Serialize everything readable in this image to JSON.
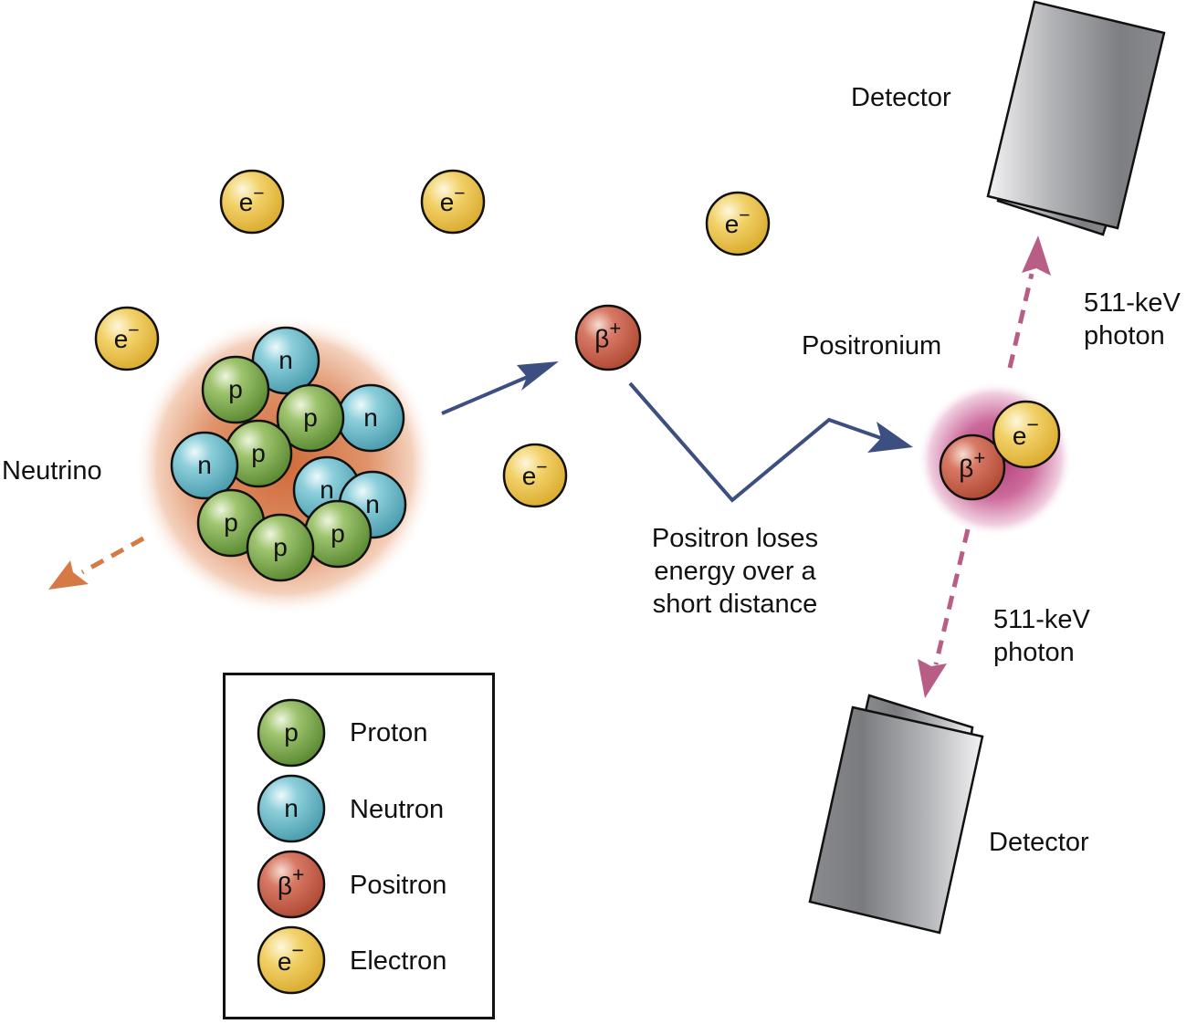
{
  "title": "Positron emission and annihilation",
  "colors": {
    "proton": "#7aa84a",
    "neutron": "#6fbccb",
    "positron": "#c55a45",
    "electron": "#ecc64a",
    "path_arrow": "#3c4f80",
    "neutrino_arrow": "#d57a45",
    "photon_arrow": "#b85d86",
    "nucleus_glow": "#d9804f",
    "positronium_glow": "#c2508a"
  },
  "particles": {
    "proton_symbol": "p",
    "neutron_symbol": "n",
    "positron_symbol": "β",
    "positron_charge": "+",
    "electron_symbol": "e",
    "electron_charge": "−"
  },
  "nucleus": {
    "composition": [
      "n",
      "p",
      "p",
      "n",
      "p",
      "n",
      "n",
      "p",
      "n",
      "p",
      "p"
    ],
    "proton_count": 6,
    "neutron_count": 5
  },
  "free_electrons_count": 5,
  "labels": {
    "neutrino": "Neutrino",
    "positron_path": [
      "Positron loses",
      "energy over a",
      "short distance"
    ],
    "positronium": "Positronium",
    "photon_top": [
      "511-keV",
      "photon"
    ],
    "photon_bottom": [
      "511-keV",
      "photon"
    ],
    "detector_top": "Detector",
    "detector_bottom": "Detector"
  },
  "legend": {
    "items": [
      {
        "symbol": "p",
        "charge": "",
        "label": "Proton",
        "type": "proton"
      },
      {
        "symbol": "n",
        "charge": "",
        "label": "Neutron",
        "type": "neutron"
      },
      {
        "symbol": "β",
        "charge": "+",
        "label": "Positron",
        "type": "positron"
      },
      {
        "symbol": "e",
        "charge": "−",
        "label": "Electron",
        "type": "electron"
      }
    ]
  }
}
